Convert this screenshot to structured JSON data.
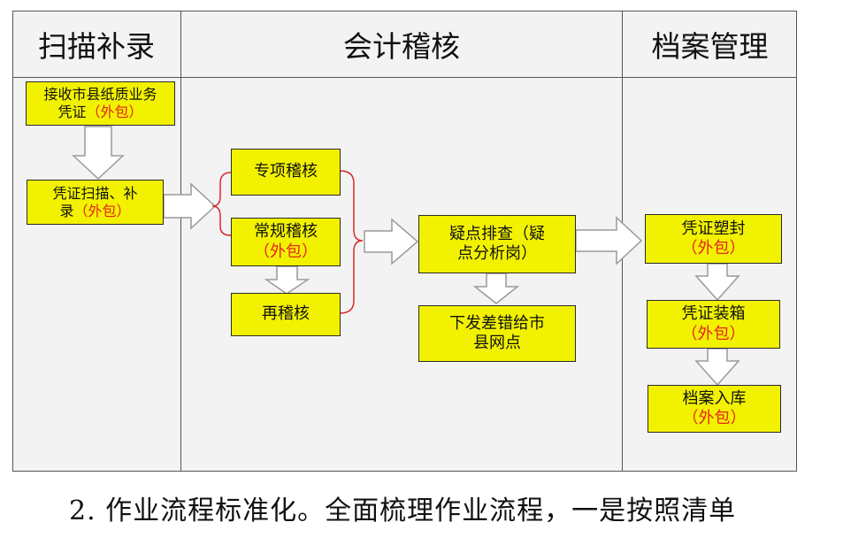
{
  "columns": {
    "left": "扫描补录",
    "middle": "会计稽核",
    "right": "档案管理"
  },
  "boxes": {
    "receive": {
      "line1": "接收市县纸质业务",
      "line2": "凭证",
      "tag": "（外包）"
    },
    "scan": {
      "line1": "凭证扫描、补",
      "line2": "录",
      "tag": "（外包）"
    },
    "special": {
      "text": "专项稽核"
    },
    "routine": {
      "line1": "常规稽核",
      "tag": "（外包）"
    },
    "recheck": {
      "text": "再稽核"
    },
    "doubt": {
      "line1": "疑点排查（疑",
      "line2": "点分析岗）"
    },
    "issue": {
      "line1": "下发差错给市",
      "line2": "县网点"
    },
    "seal": {
      "line1": "凭证塑封",
      "tag": "（外包）"
    },
    "boxing": {
      "line1": "凭证装箱",
      "tag": "（外包）"
    },
    "store": {
      "line1": "档案入库",
      "tag": "（外包）"
    }
  },
  "caption": "2. 作业流程标准化。全面梳理作业流程，一是按照清单",
  "colors": {
    "box_fill": "#f2f200",
    "tag_red": "#e8231d",
    "arrow_stroke": "#9a9a9a",
    "bracket": "#d92b2b"
  }
}
